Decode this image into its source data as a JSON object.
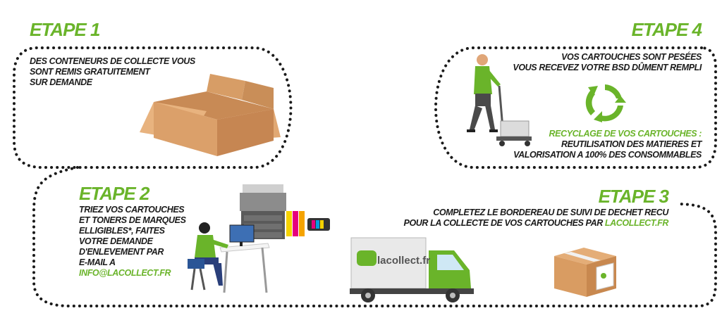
{
  "etape1": {
    "title": "ETAPE 1",
    "lines": [
      "DES CONTENEURS DE COLLECTE VOUS",
      "SONT REMIS GRATUITEMENT",
      "SUR DEMANDE"
    ]
  },
  "etape2": {
    "title": "ETAPE 2",
    "lines": [
      "TRIEZ VOS CARTOUCHES",
      "ET TONERS DE MARQUES",
      "ELLIGIBLES*, FAITES",
      "VOTRE DEMANDE",
      "D'ENLEVEMENT PAR",
      "E-MAIL A"
    ],
    "email": "INFO@LACOLLECT.FR"
  },
  "etape3": {
    "title": "ETAPE 3",
    "line1": "COMPLETEZ LE BORDEREAU DE SUIVI DE DECHET RECU",
    "line2": "POUR LA COLLECTE DE VOS CARTOUCHES PAR ",
    "brand": "LACOLLECT.FR",
    "truck_logo": "lacollect.fr"
  },
  "etape4": {
    "title": "ETAPE 4",
    "lines": [
      "VOS CARTOUCHES SONT PESÉES",
      "VOUS RECEVEZ VOTRE BSD DÛMENT REMPLI"
    ],
    "recycle_heading": "RECYCLAGE DE VOS CARTOUCHES :",
    "recycle_lines": [
      "REUTILISATION DES MATIERES ET",
      "VALORISATION A 100% DES CONSOMMABLES"
    ]
  },
  "icons": {
    "box": "cardboard-box-icon",
    "worker": "pallet-worker-icon",
    "recycle": "recycle-arrows-icon",
    "desk": "person-at-desk-icon",
    "printer": "printer-icon",
    "cartridges": "ink-cartridges-icon",
    "truck": "delivery-truck-icon",
    "parcel": "sealed-parcel-icon"
  },
  "colors": {
    "accent": "#6ab42a",
    "text": "#1a1a1a",
    "cardboard": "#d9a06c"
  }
}
